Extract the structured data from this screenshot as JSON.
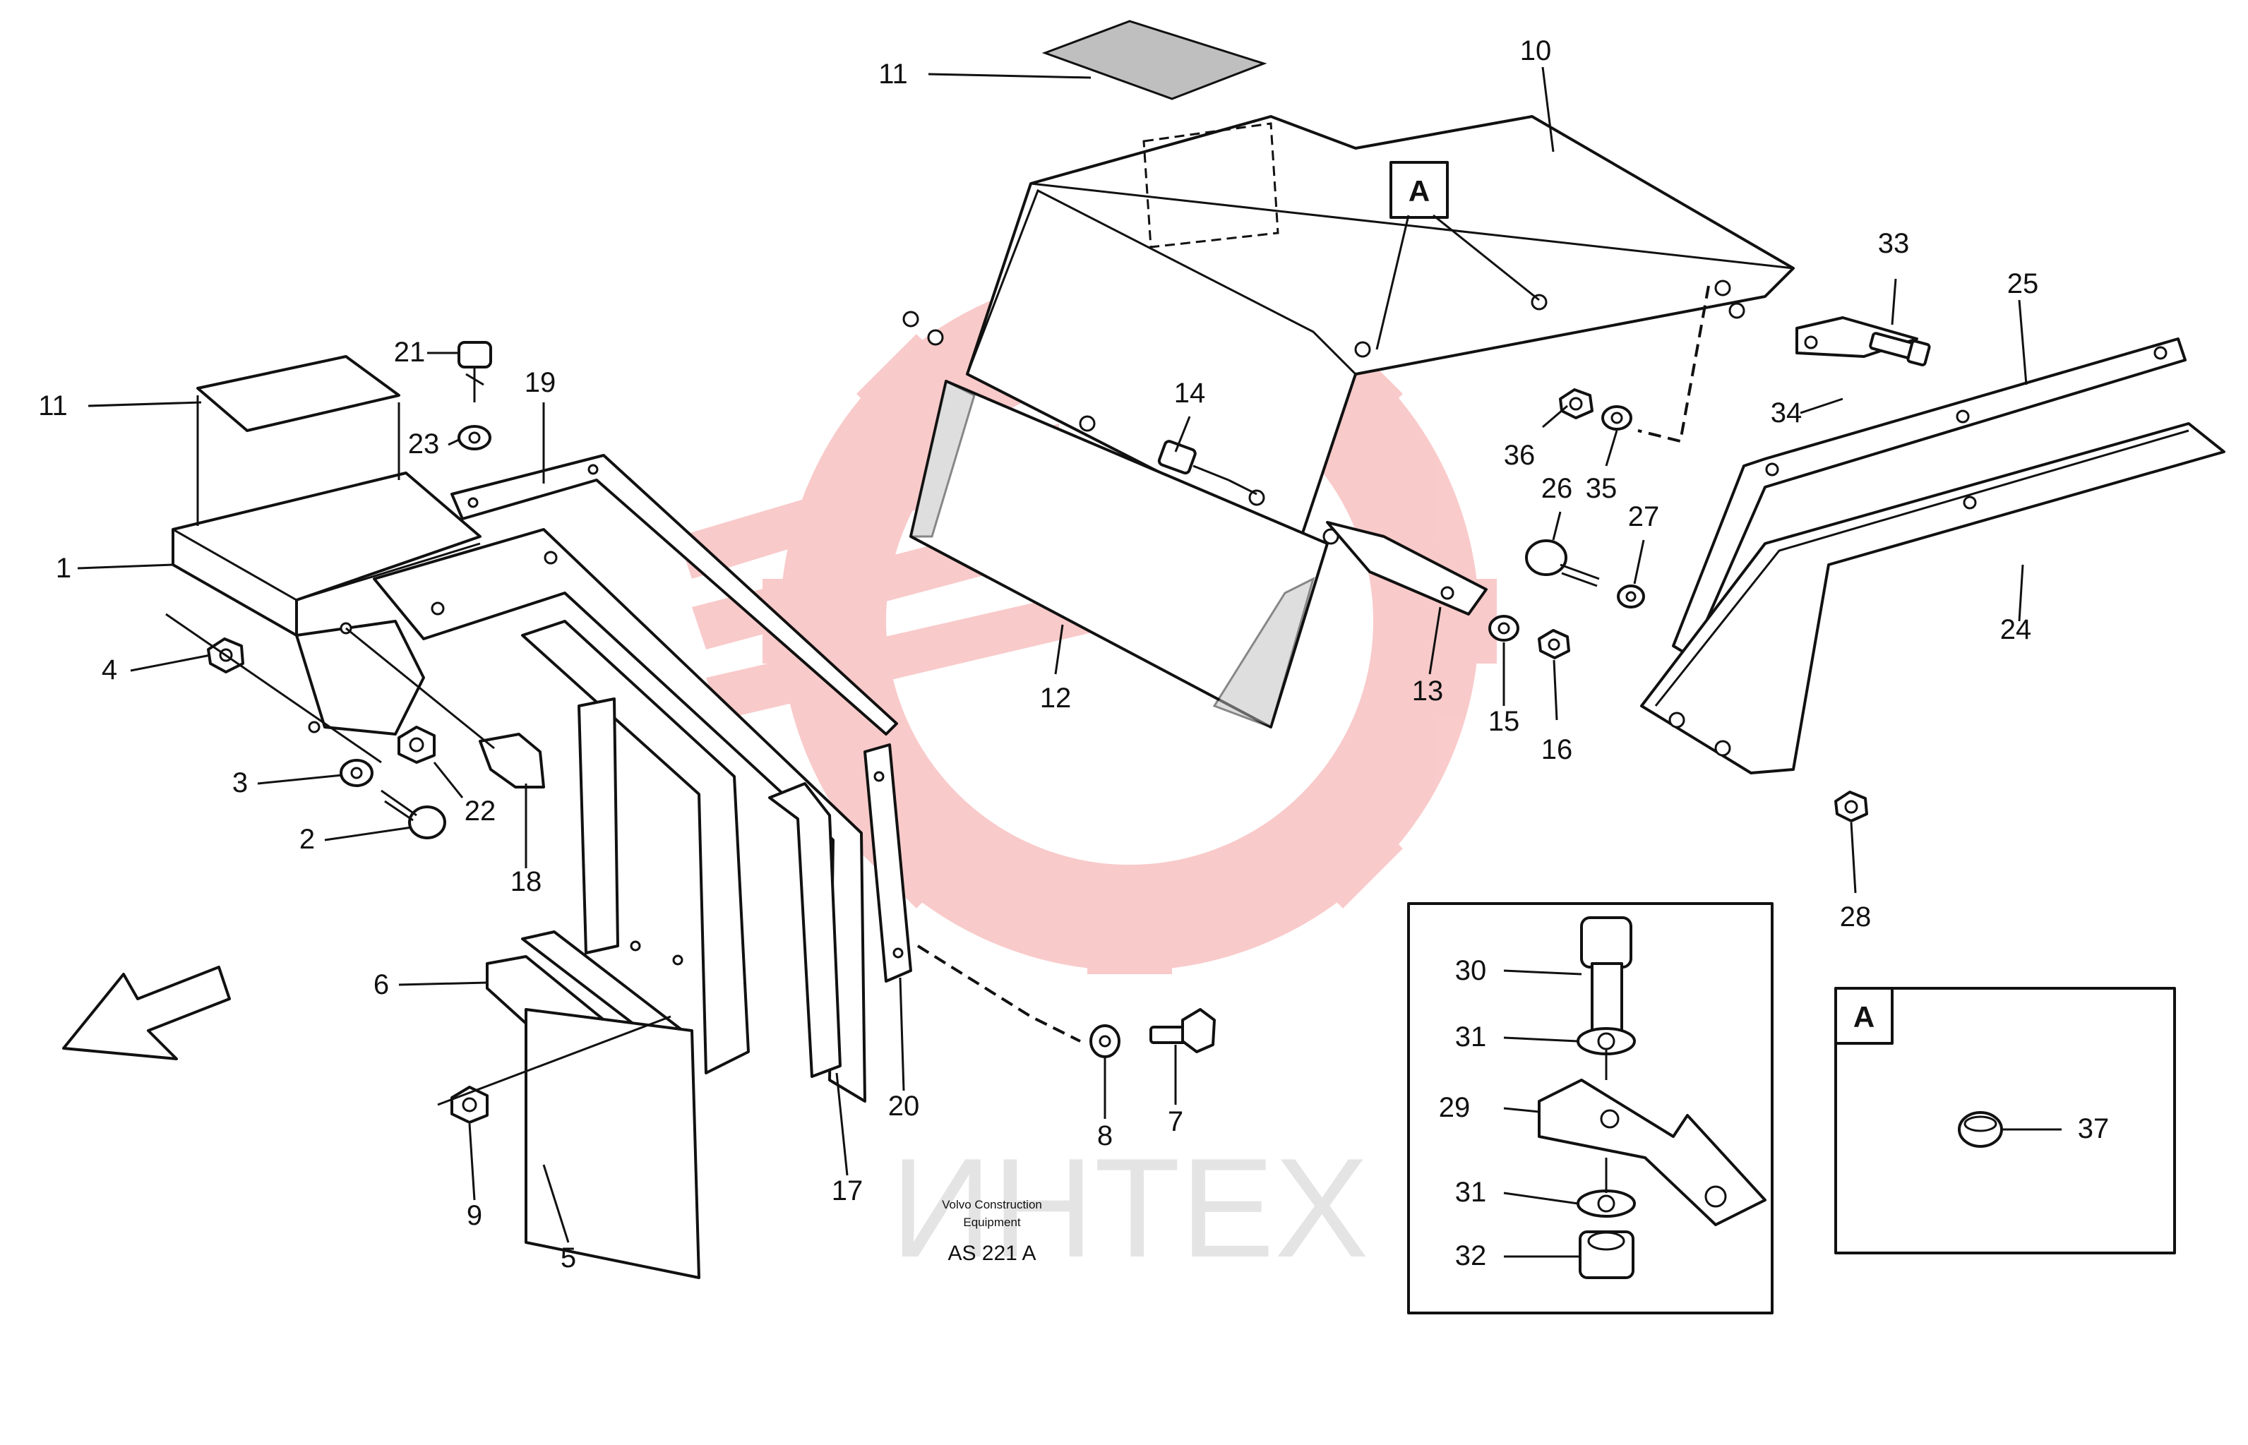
{
  "watermark": {
    "text": "ИНТЕХ",
    "logo_color": "#f06a6a",
    "text_color": "#cfcfcf"
  },
  "credit": {
    "line1": "Volvo Construction",
    "line2": "Equipment",
    "code": "AS 221 A"
  },
  "detail_boxes": {
    "fastener_box": {
      "label_numbers": [
        "30",
        "31",
        "29",
        "31",
        "32"
      ]
    },
    "detail_a": {
      "title": "A",
      "part": "37"
    }
  },
  "callout_a": "A",
  "part_labels": [
    "1",
    "2",
    "3",
    "4",
    "5",
    "6",
    "7",
    "8",
    "9",
    "10",
    "11",
    "11",
    "12",
    "13",
    "14",
    "15",
    "16",
    "17",
    "18",
    "19",
    "20",
    "21",
    "22",
    "23",
    "24",
    "25",
    "26",
    "27",
    "28",
    "29",
    "30",
    "31",
    "31",
    "32",
    "33",
    "34",
    "35",
    "36",
    "37"
  ],
  "labels": {
    "p1": "1",
    "p2": "2",
    "p3": "3",
    "p4": "4",
    "p5": "5",
    "p6": "6",
    "p7": "7",
    "p8": "8",
    "p9": "9",
    "p10": "10",
    "p11a": "11",
    "p11b": "11",
    "p12": "12",
    "p13": "13",
    "p14": "14",
    "p15": "15",
    "p16": "16",
    "p17": "17",
    "p18": "18",
    "p19": "19",
    "p20": "20",
    "p21": "21",
    "p22": "22",
    "p23": "23",
    "p24": "24",
    "p25": "25",
    "p26": "26",
    "p27": "27",
    "p28": "28",
    "p29": "29",
    "p30": "30",
    "p31a": "31",
    "p31b": "31",
    "p32": "32",
    "p33": "33",
    "p34": "34",
    "p35": "35",
    "p36": "36",
    "p37": "37"
  }
}
